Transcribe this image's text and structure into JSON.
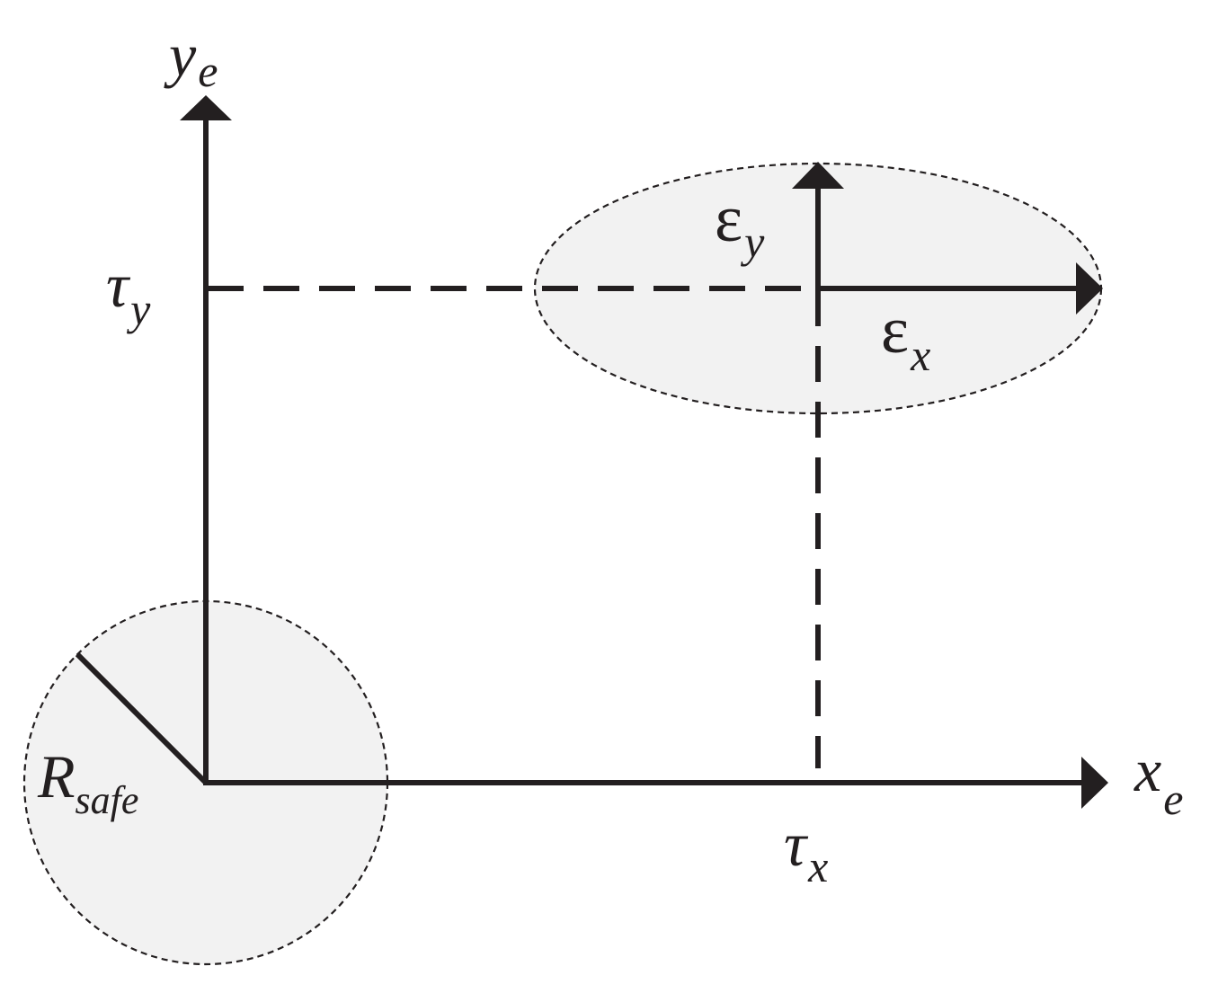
{
  "colors": {
    "ink": "#231f20",
    "region_fill": "#f2f2f2",
    "background": "#ffffff"
  },
  "labels": {
    "y_axis": {
      "base": "y",
      "sub": "e"
    },
    "x_axis": {
      "base": "x",
      "sub": "e"
    },
    "tau_y": {
      "base": "τ",
      "sub": "y"
    },
    "tau_x": {
      "base": "τ",
      "sub": "x"
    },
    "eps_y": {
      "base": "ε",
      "sub": "y"
    },
    "eps_x": {
      "base": "ε",
      "sub": "x"
    },
    "r_safe": {
      "base": "R",
      "sub": "safe"
    }
  }
}
